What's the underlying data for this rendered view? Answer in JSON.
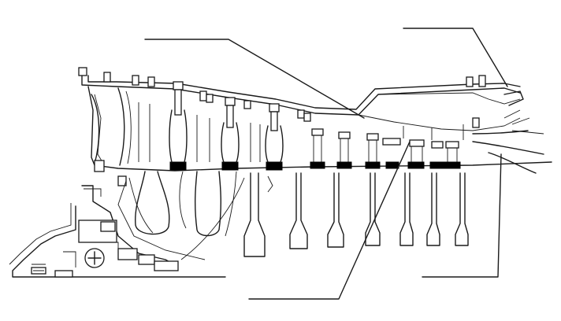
{
  "figure": {
    "subject": "",
    "background_color": "#ffffff",
    "line_color": "#1a1a1a",
    "callouts": [
      {
        "name": "leader-top-left",
        "label": ""
      },
      {
        "name": "leader-top-right",
        "label": ""
      },
      {
        "name": "leader-bottom-center",
        "label": ""
      },
      {
        "name": "leader-bottom-right",
        "label": ""
      }
    ]
  }
}
